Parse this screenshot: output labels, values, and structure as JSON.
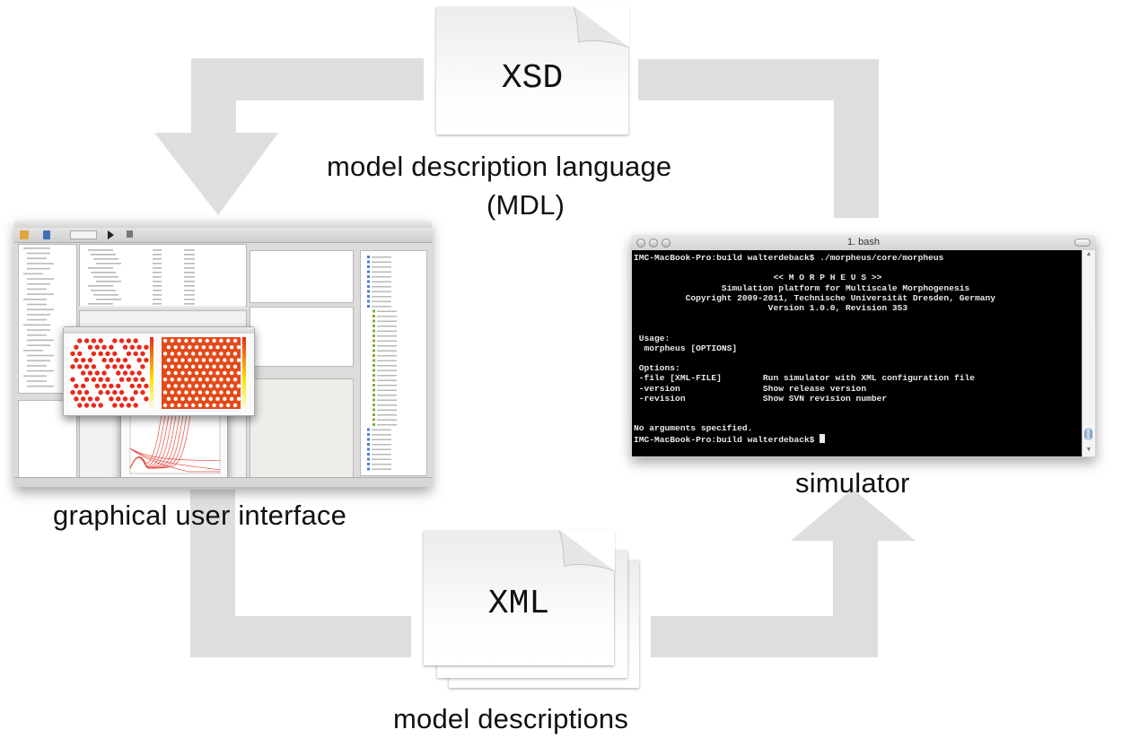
{
  "diagram": {
    "arrow_color": "#dedede",
    "nodes": {
      "xsd": {
        "doc_label": "XSD",
        "caption_line1": "model description language",
        "caption_line2": "(MDL)"
      },
      "gui": {
        "caption": "graphical user interface"
      },
      "simulator": {
        "caption": "simulator"
      },
      "xml": {
        "doc_label": "XML",
        "caption": "model descriptions"
      }
    },
    "flows": [
      {
        "from": "xsd",
        "to": "gui",
        "direction": "down"
      },
      {
        "from": "xsd",
        "to": "simulator",
        "direction": "down"
      },
      {
        "from": "gui",
        "to": "xml",
        "direction": "right"
      },
      {
        "from": "xml",
        "to": "simulator",
        "direction": "up"
      }
    ]
  },
  "terminal": {
    "title": "1. bash",
    "lines": [
      "IMC-MacBook-Pro:build walterdeback$ ./morpheus/core/morpheus",
      "",
      "                           << M O R P H E U S >>",
      "                 Simulation platform for Multiscale Morphogenesis",
      "          Copyright 2009-2011, Technische Universität Dresden, Germany",
      "                          Version 1.0.0, Revision 353",
      "",
      "",
      " Usage:",
      "  morpheus [OPTIONS]",
      "",
      " Options:",
      " -file [XML-FILE]        Run simulator with XML configuration file",
      " -version                Show release version",
      " -revision               Show SVN revision number",
      "",
      "",
      "No arguments specified."
    ],
    "prompt": "IMC-MacBook-Pro:build walterdeback$ "
  },
  "gui_screenshot": {
    "colors": {
      "cell": "#e8291c",
      "heat_high": "#ffe600",
      "curve": "#e53a2e"
    }
  }
}
